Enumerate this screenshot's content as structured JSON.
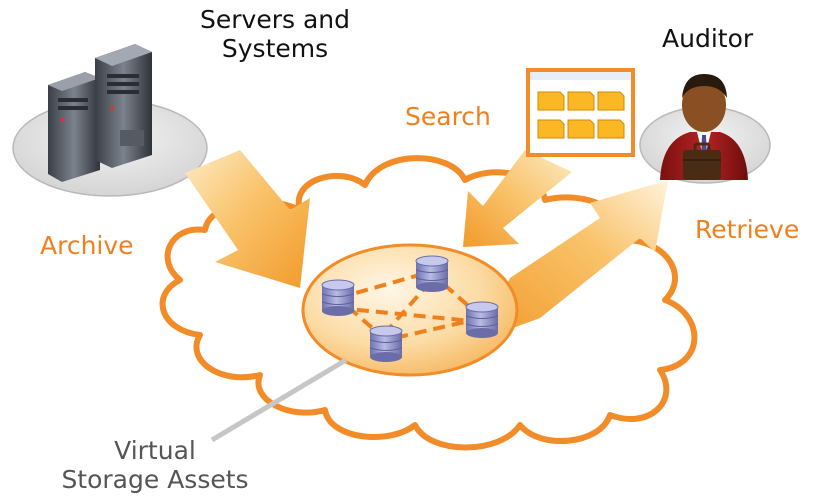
{
  "labels": {
    "servers_line1": "Servers and",
    "servers_line2": "Systems",
    "auditor": "Auditor",
    "search": "Search",
    "archive": "Archive",
    "retrieve": "Retrieve",
    "storage_line1": "Virtual",
    "storage_line2": "Storage Assets"
  },
  "colors": {
    "accent_orange": "#f07f1e",
    "arrow_orange": "#f8b04a",
    "cloud_outline": "#f28c28",
    "folder_yellow": "#fbb824",
    "disk_blue": "#8d90c8",
    "grey_ellipse": "#d9d9d9"
  },
  "icons": {
    "servers": "server-tower-icon",
    "auditor": "auditor-person-icon",
    "search_window": "search-results-window-icon",
    "storage": "database-cylinder-icon"
  }
}
